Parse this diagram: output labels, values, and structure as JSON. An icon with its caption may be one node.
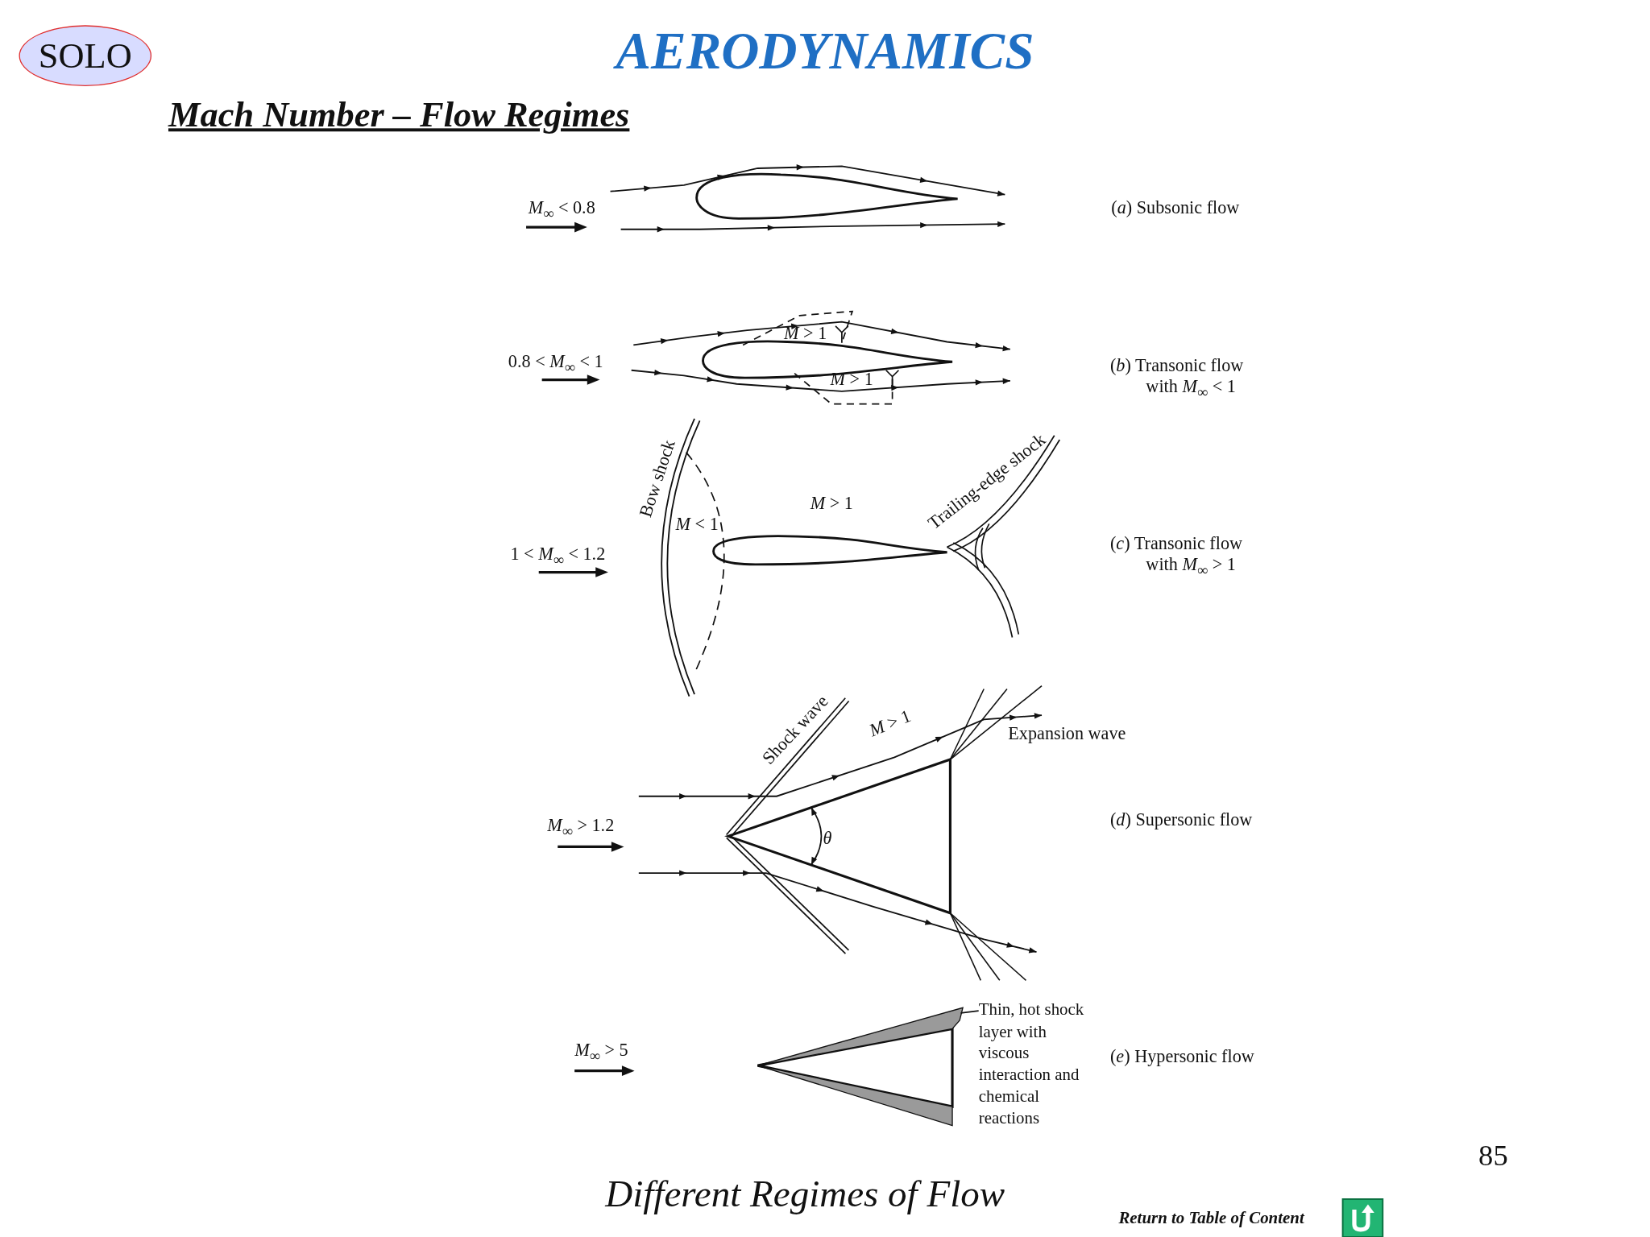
{
  "diagram": {
    "title": "AERODYNAMICS",
    "caption": "Different Regimes of Flow",
    "nodes": [
      {
        "text": [
          "SOLO"
        ]
      },
      {
        "text": [
          "Thin, hot shock layer with viscous interaction and chemical reactions"
        ]
      },
      {
        "text": [],
        "shape": "band"
      }
    ],
    "edges": [
      {
        "from": 1,
        "to": 2,
        "arrow": "none"
      }
    ],
    "labels": [
      "Mach Number – Flow Regimes",
      "*M*$_{∞}$ < 0.8",
      "(*a*) Subsonic flow",
      "*M* > 1",
      "*M* > 1",
      "0.8 < *M*$_{∞}$ < 1",
      "(*b*) Transonic flow with *M*$_{∞}$ < 1",
      "Bow shock",
      "*M* < 1",
      "*M* > 1",
      "Trailing-edge shock",
      "1 < *M*$_{∞}$ < 1.2",
      "(*c*) Transonic flow with *M*$_{∞}$ > 1",
      "Shock wave",
      "*M* > 1",
      "Expansion wave",
      "*M*$_{∞}$ > 1.2",
      "(*d*) Supersonic flow",
      "*θ*",
      "*M*$_{∞}$ > 5",
      "(*e*) Hypersonic flow",
      "85",
      "Return to Table of Content"
    ]
  }
}
